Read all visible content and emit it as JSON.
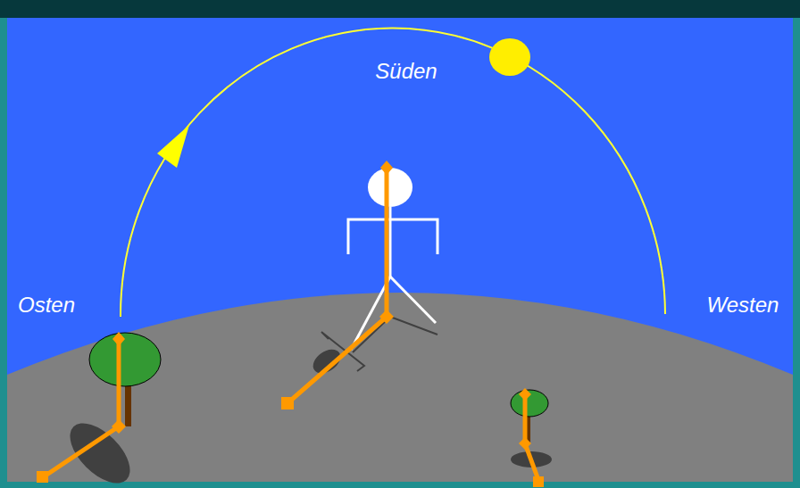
{
  "diagram": {
    "labels": [
      "Süden",
      "Osten",
      "Westen"
    ]
  }
}
